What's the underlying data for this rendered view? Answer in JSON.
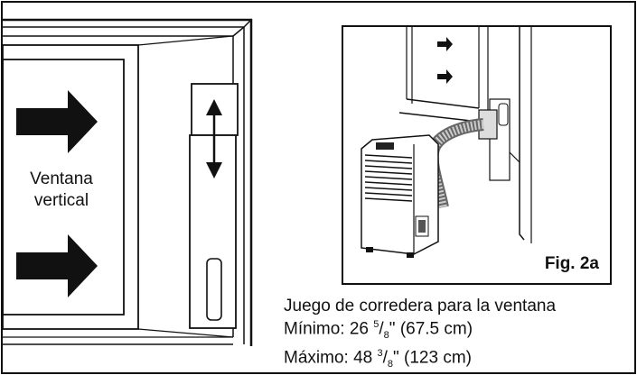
{
  "window_label": {
    "line1": "Ventana",
    "line2": "vertical"
  },
  "figure": {
    "label": "Fig. 2a"
  },
  "caption": {
    "title": "Juego de corredera para la ventana",
    "min_label": "Mínimo: 26 ",
    "min_num": "5",
    "min_den": "8",
    "min_rest": "\" (67.5 cm)",
    "max_label": "Máximo: 48 ",
    "max_num": "3",
    "max_den": "8",
    "max_rest": "\" (123 cm)"
  }
}
